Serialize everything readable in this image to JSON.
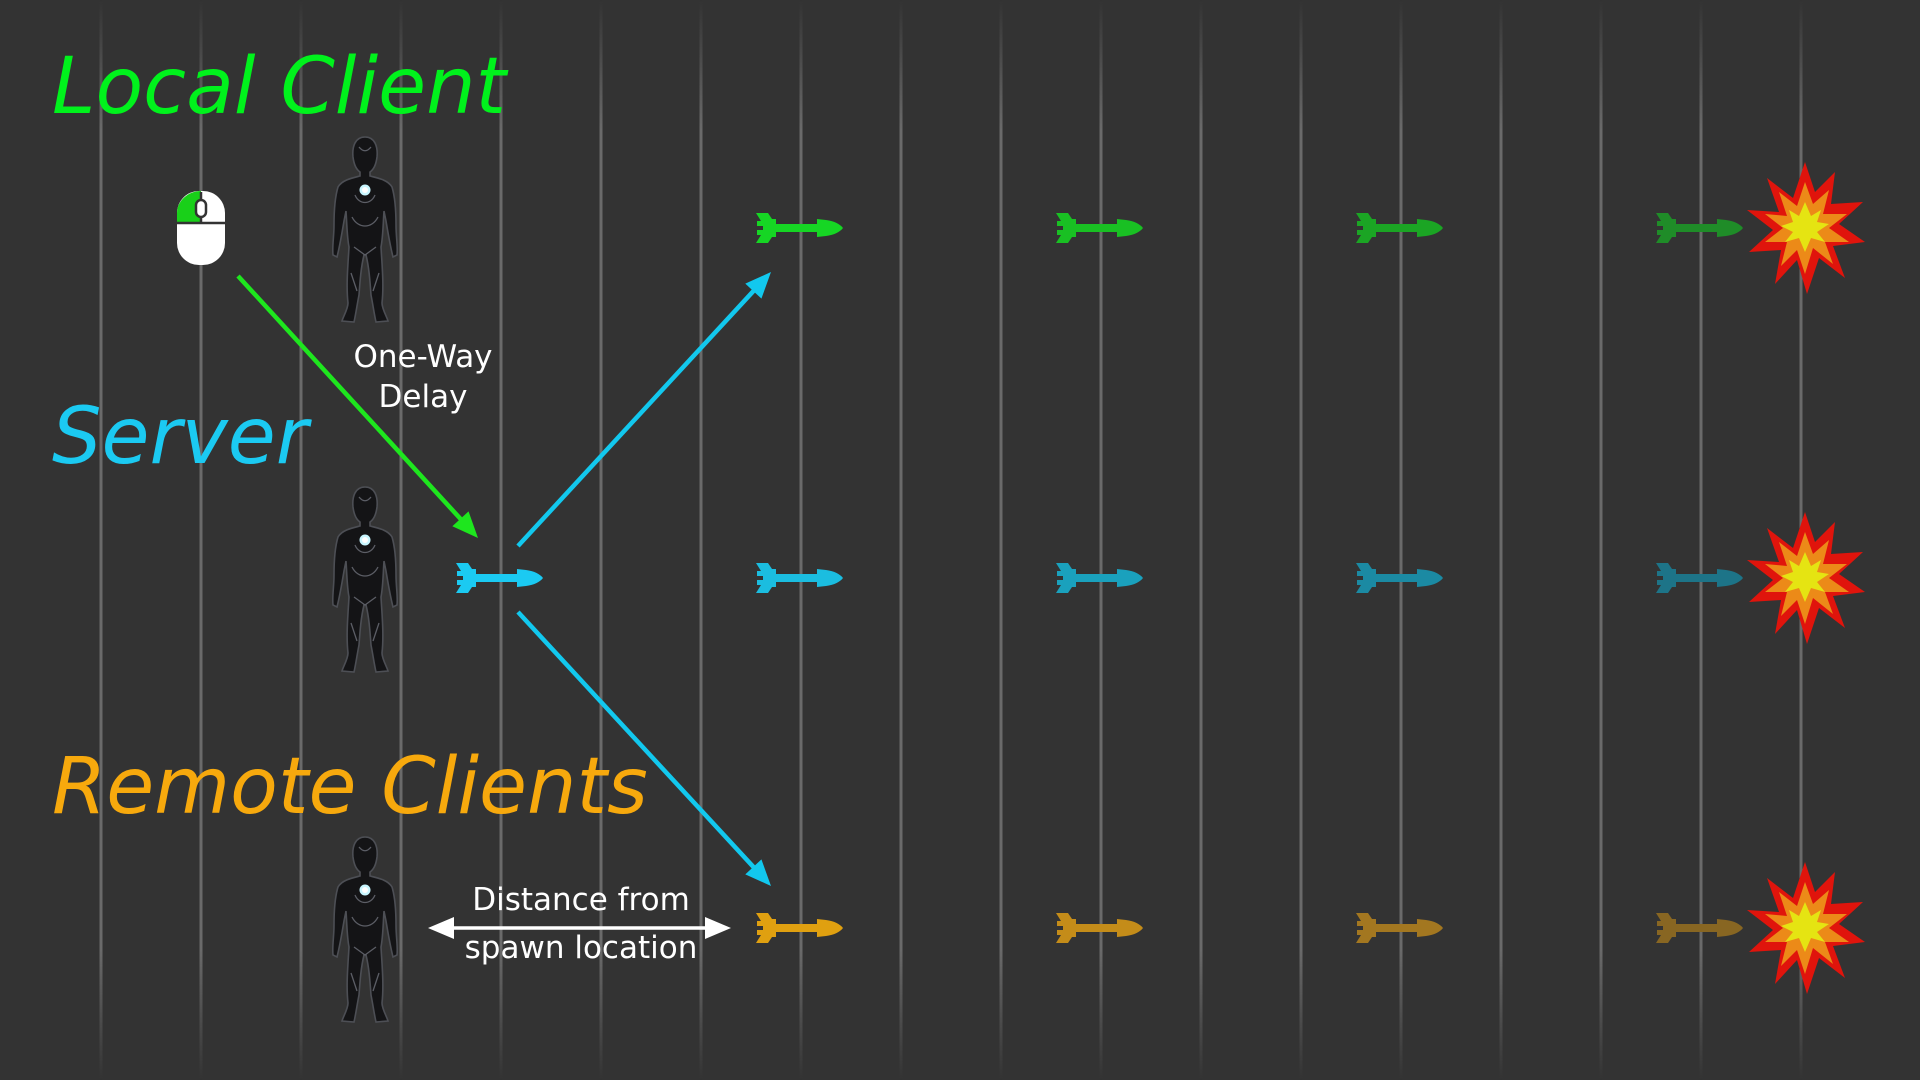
{
  "rows": {
    "local_client": {
      "title": "Local Client",
      "color": "#00f21c"
    },
    "server": {
      "title": "Server",
      "color": "#1bcaf2"
    },
    "remote_clients": {
      "title": "Remote Clients",
      "color": "#f7a90d"
    }
  },
  "labels": {
    "one_way_delay": [
      "One-Way",
      "Delay"
    ],
    "distance": [
      "Distance from",
      "spawn location"
    ]
  },
  "arrow_colors": {
    "input": "#1ee61e",
    "replication": "#12c8ee",
    "distance": "#ffffff"
  },
  "icons": {
    "mouse": "mouse-icon",
    "character": "character-icon",
    "projectile": "rocket-icon",
    "impact": "explosion-icon"
  },
  "projectile_colors": {
    "local_client": [
      "#16d624",
      "#19c023",
      "#1ba524",
      "#1f8c28"
    ],
    "server": [
      "#1bbde0",
      "#1aa1bd",
      "#1b8aa3",
      "#1d7488"
    ],
    "remote_clients": [
      "#e0a010",
      "#c48c19",
      "#a37720",
      "#886622"
    ]
  },
  "explosion_colors": {
    "outer": "#e0140c",
    "middle": "#ec8a18",
    "inner": "#e5e412"
  },
  "grid": {
    "line_color": "#6a6a6a",
    "line_count": 18
  }
}
